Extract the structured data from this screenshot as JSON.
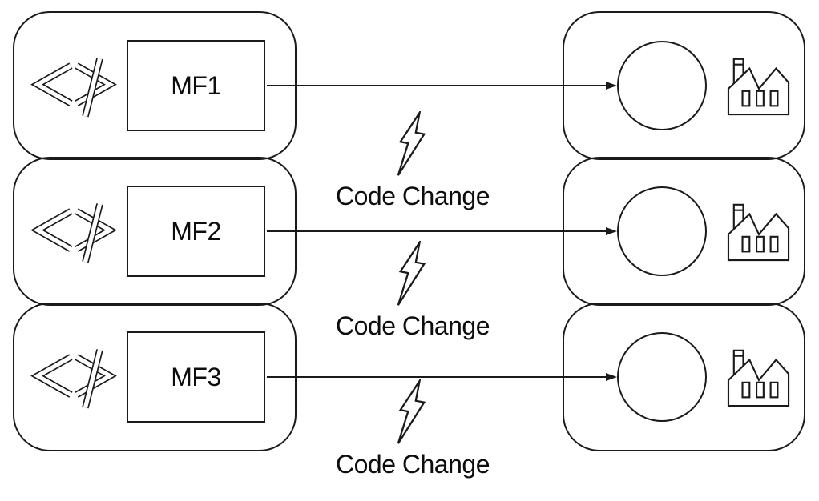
{
  "diagram": {
    "background_color": "#ffffff",
    "line_color": "#1a1a1a",
    "rows": [
      {
        "source_label": "MF1",
        "event_label": "Code Change"
      },
      {
        "source_label": "MF2",
        "event_label": "Code Change"
      },
      {
        "source_label": "MF3",
        "event_label": "Code Change"
      }
    ]
  }
}
